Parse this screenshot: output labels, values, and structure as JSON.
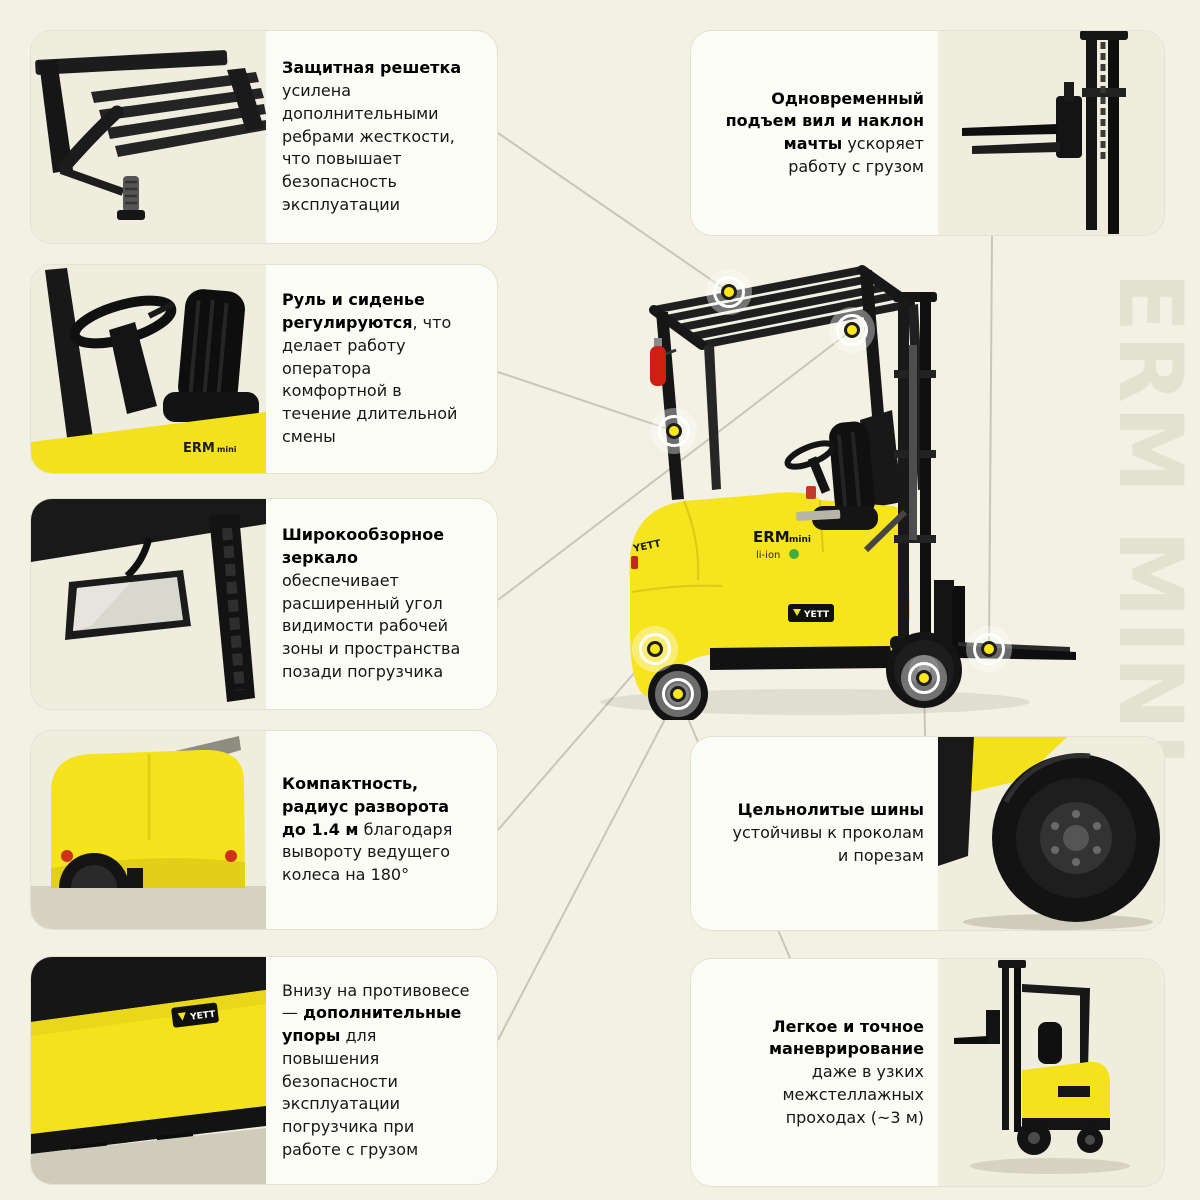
{
  "watermark": "ERM MINI",
  "left_cards": [
    {
      "prefix": "",
      "bold": "Защитная решетка",
      "suffix": " усилена дополнительными ребрами жесткости, что повышает безопасность эксплуатации"
    },
    {
      "prefix": "",
      "bold": "Руль и сиденье регулируются",
      "suffix": ", что делает работу оператора комфортной в течение длительной смены"
    },
    {
      "prefix": "",
      "bold": "Широкообзорное зеркало",
      "suffix": " обеспечивает расширенный угол видимости рабочей зоны и пространства позади погрузчика"
    },
    {
      "prefix": "",
      "bold": "Компактность, радиус разворота до 1.4 м",
      "suffix": " благодаря вывороту ведущего колеса на 180°"
    },
    {
      "prefix": "Внизу на противовесе — ",
      "bold": "дополнительные упоры",
      "suffix": " для повышения безопасности эксплуатации погрузчика при работе с грузом"
    }
  ],
  "right_cards": [
    {
      "bold": "Одновременный подъем вил и наклон мачты",
      "suffix": " ускоряет работу с грузом"
    },
    {
      "bold": "Цельнолитые шины",
      "suffix": " устойчивы к проколам и порезам"
    },
    {
      "bold": "Легкое и точное маневрирование",
      "suffix": " даже в узких межстеллажных проходах (~3 м)"
    }
  ],
  "forklift": {
    "model": "ERM",
    "model_suffix": "mini",
    "battery": "li-ion",
    "brand": "YETT"
  },
  "colors": {
    "background": "#f2f1e3",
    "card_background": "#fcfcf6",
    "accent_yellow": "#f6e41d",
    "dark": "#1b1b1b",
    "marker_yellow": "#ffe81a",
    "connector_line": "#c8c6b5",
    "watermark": "#e3e1d0"
  }
}
